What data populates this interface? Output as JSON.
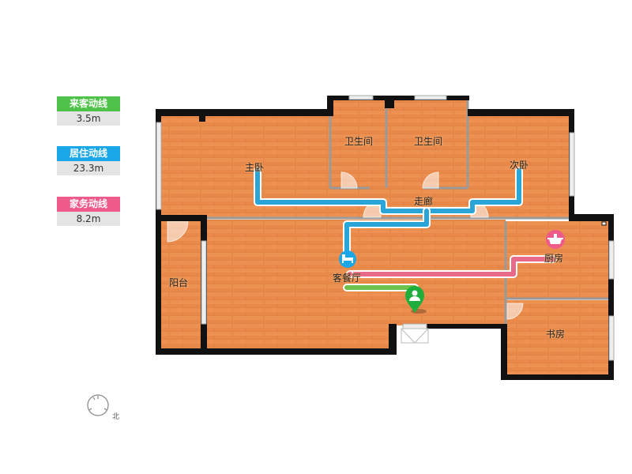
{
  "legend": {
    "visitor": {
      "label": "来客动线",
      "value": "3.5m",
      "color": "#4fc24a"
    },
    "living": {
      "label": "居住动线",
      "value": "23.3m",
      "color": "#1aa7e8"
    },
    "chores": {
      "label": "家务动线",
      "value": "8.2m",
      "color": "#ee5b8a"
    }
  },
  "rooms": {
    "bath1": "卫生间",
    "bath2": "卫生间",
    "master": "主卧",
    "second": "次卧",
    "corridor": "走廊",
    "balcony": "阳台",
    "living": "客餐厅",
    "kitchen": "厨房",
    "study": "书房"
  },
  "compass": {
    "mark": "北"
  },
  "colors": {
    "wall": "#111111",
    "floor": "#e8894a",
    "floor_line": "#d97a3c",
    "partition": "#9a9a9a",
    "window": "#dcdcdc",
    "marker_green": "#1fae3c",
    "marker_blue": "#1aa7e8",
    "marker_pink": "#ee5b8a"
  },
  "icons": [
    "bed-icon",
    "pot-icon",
    "person-pin-icon",
    "compass-icon"
  ]
}
